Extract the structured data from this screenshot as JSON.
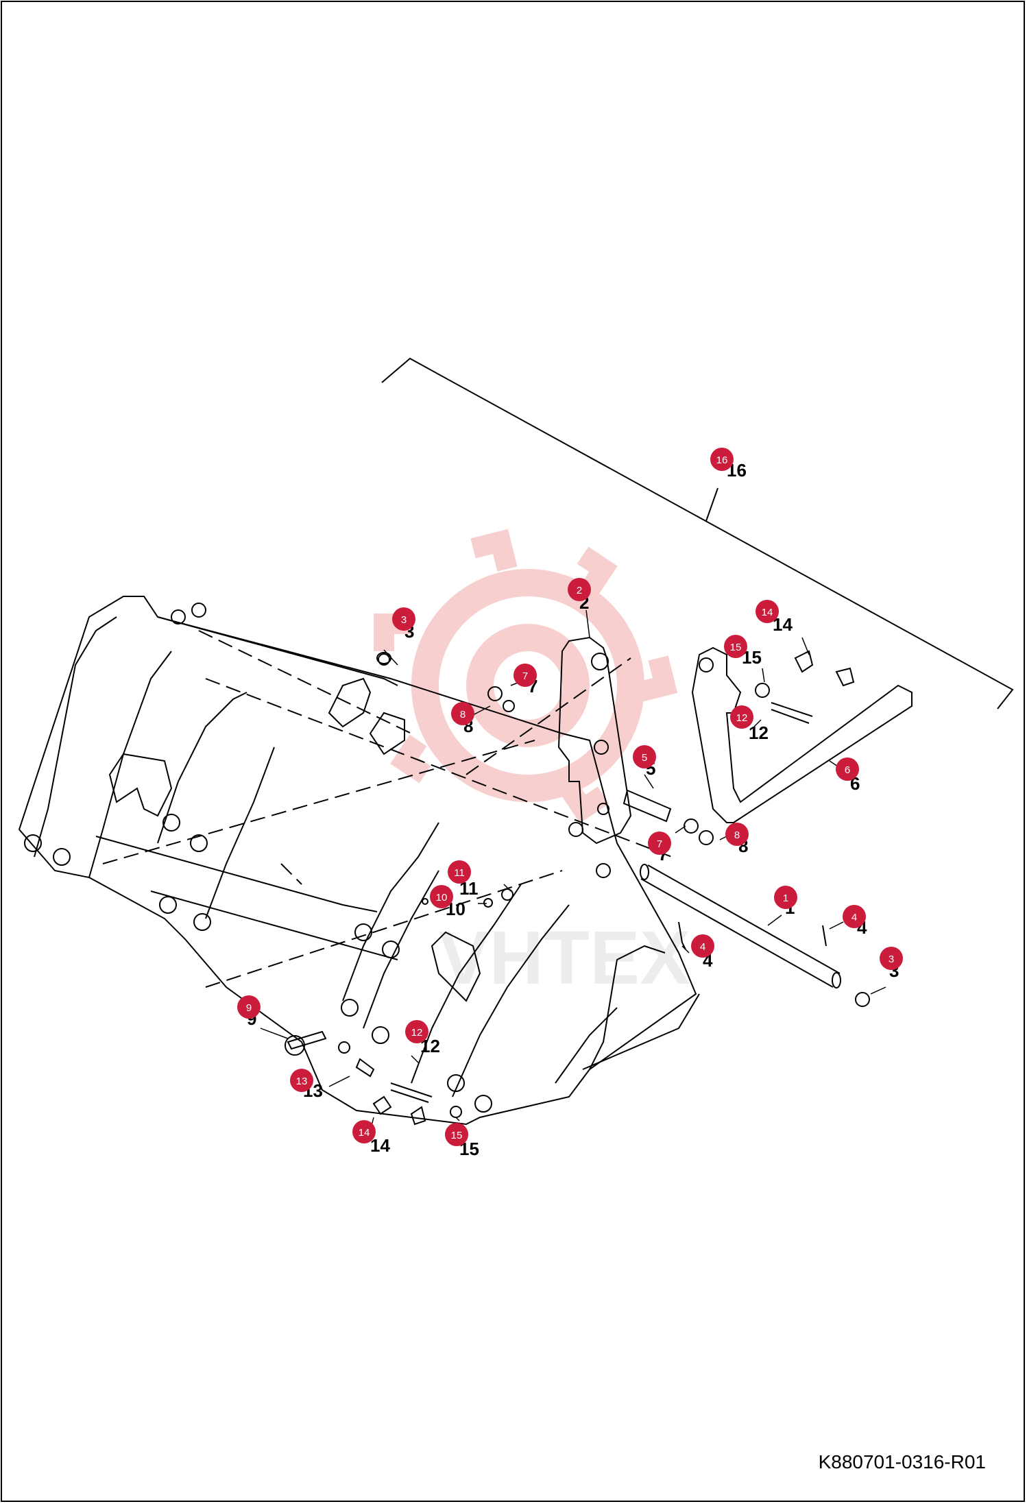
{
  "drawing": {
    "reference_code": "K880701-0316-R01",
    "watermark_text": "VHTEX",
    "colors": {
      "callout_fill": "#cc1c3c",
      "callout_text": "#ffffff",
      "line": "#000000",
      "watermark": "#f7c4c4"
    }
  },
  "callouts": [
    {
      "id": "c-16",
      "number": "16",
      "label": "16"
    },
    {
      "id": "c-2",
      "number": "2",
      "label": "2"
    },
    {
      "id": "c-3a",
      "number": "3",
      "label": "3"
    },
    {
      "id": "c-14a",
      "number": "14",
      "label": "14"
    },
    {
      "id": "c-15a",
      "number": "15",
      "label": "15"
    },
    {
      "id": "c-7a",
      "number": "7",
      "label": "7"
    },
    {
      "id": "c-8a",
      "number": "8",
      "label": "8"
    },
    {
      "id": "c-12a",
      "number": "12",
      "label": "12"
    },
    {
      "id": "c-6",
      "number": "6",
      "label": "6"
    },
    {
      "id": "c-5",
      "number": "5",
      "label": "5"
    },
    {
      "id": "c-7b",
      "number": "7",
      "label": "7"
    },
    {
      "id": "c-8b",
      "number": "8",
      "label": "8"
    },
    {
      "id": "c-11",
      "number": "11",
      "label": "11"
    },
    {
      "id": "c-10",
      "number": "10",
      "label": "10"
    },
    {
      "id": "c-1",
      "number": "1",
      "label": "1"
    },
    {
      "id": "c-4a",
      "number": "4",
      "label": "4"
    },
    {
      "id": "c-4b",
      "number": "4",
      "label": "4"
    },
    {
      "id": "c-3b",
      "number": "3",
      "label": "3"
    },
    {
      "id": "c-9",
      "number": "9",
      "label": "9"
    },
    {
      "id": "c-12b",
      "number": "12",
      "label": "12"
    },
    {
      "id": "c-13",
      "number": "13",
      "label": "13"
    },
    {
      "id": "c-14b",
      "number": "14",
      "label": "14"
    },
    {
      "id": "c-15b",
      "number": "15",
      "label": "15"
    }
  ]
}
